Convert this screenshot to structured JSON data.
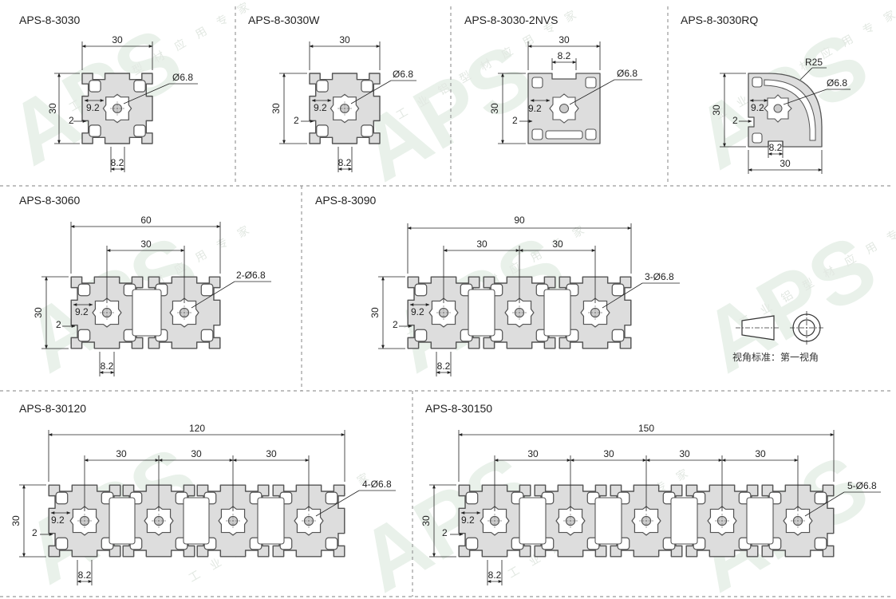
{
  "watermark": {
    "logo": "APS",
    "tagline": "工 业 铝 型 材 应 用 专 家"
  },
  "colors": {
    "profile_fill": "#dddddd",
    "profile_stroke": "#555555",
    "dim_line": "#222222",
    "divider": "#999999"
  },
  "panels": [
    {
      "id": "3030",
      "title": "APS-8-3030",
      "width": "30",
      "height": "30",
      "slot": "8.2",
      "inner": "9.2",
      "wall": "2",
      "hole": "Ø6.8"
    },
    {
      "id": "3030w",
      "title": "APS-8-3030W",
      "width": "30",
      "height": "30",
      "slot": "8.2",
      "inner": "9.2",
      "wall": "2",
      "hole": "Ø6.8"
    },
    {
      "id": "3030nvs",
      "title": "APS-8-3030-2NVS",
      "width": "30",
      "height": "30",
      "top_slot": "8.2",
      "inner": "9.2",
      "wall": "2",
      "hole": "Ø6.8"
    },
    {
      "id": "3030rq",
      "title": "APS-8-3030RQ",
      "width": "30",
      "height": "30",
      "radius": "R25",
      "slot": "8.2",
      "inner": "9.2",
      "wall": "2",
      "hole": "Ø6.8"
    },
    {
      "id": "3060",
      "title": "APS-8-3060",
      "total": "60",
      "pitches": [
        "30"
      ],
      "height": "30",
      "slot": "8.2",
      "inner": "9.2",
      "wall": "2",
      "holes": "2-Ø6.8"
    },
    {
      "id": "3090",
      "title": "APS-8-3090",
      "total": "90",
      "pitches": [
        "30",
        "30"
      ],
      "height": "30",
      "slot": "8.2",
      "inner": "9.2",
      "wall": "2",
      "holes": "3-Ø6.8"
    },
    {
      "id": "30120",
      "title": "APS-8-30120",
      "total": "120",
      "pitches": [
        "30",
        "30",
        "30"
      ],
      "height": "30",
      "slot": "8.2",
      "inner": "9.2",
      "wall": "2",
      "holes": "4-Ø6.8"
    },
    {
      "id": "30150",
      "title": "APS-8-30150",
      "total": "150",
      "pitches": [
        "30",
        "30",
        "30",
        "30"
      ],
      "height": "30",
      "slot": "8.2",
      "inner": "9.2",
      "wall": "2",
      "holes": "5-Ø6.8"
    }
  ],
  "projection_note": "视角标准：第一视角"
}
